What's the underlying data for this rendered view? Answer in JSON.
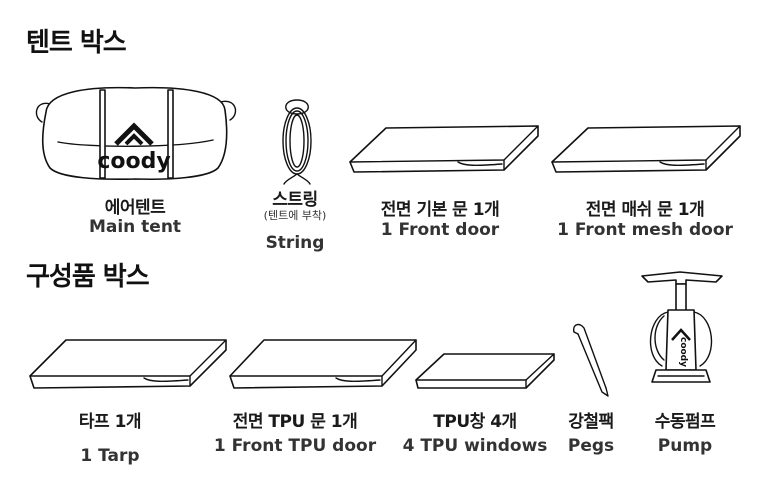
{
  "sections": {
    "tent_box_title": "텐트 박스",
    "components_box_title": "구성품 박스"
  },
  "items": {
    "main_tent": {
      "ko": "에어텐트",
      "en": "Main tent",
      "brand": "coody"
    },
    "string": {
      "ko": "스트링",
      "note": "(텐트에 부착)",
      "en": "String"
    },
    "front_door": {
      "ko": "전면 기본 문 1개",
      "en": "1 Front door"
    },
    "mesh_door": {
      "ko": "전면 매쉬 문 1개",
      "en": "1 Front mesh door"
    },
    "tarp": {
      "ko": "타프 1개",
      "en": "1 Tarp"
    },
    "tpu_door": {
      "ko": "전면 TPU 문 1개",
      "en": "1 Front TPU door"
    },
    "tpu_windows": {
      "ko": "TPU창 4개",
      "en": "4 TPU windows"
    },
    "pegs": {
      "ko": "강철팩",
      "en": "Pegs"
    },
    "pump": {
      "ko": "수동펌프",
      "en": "Pump",
      "brand": "coody"
    }
  }
}
